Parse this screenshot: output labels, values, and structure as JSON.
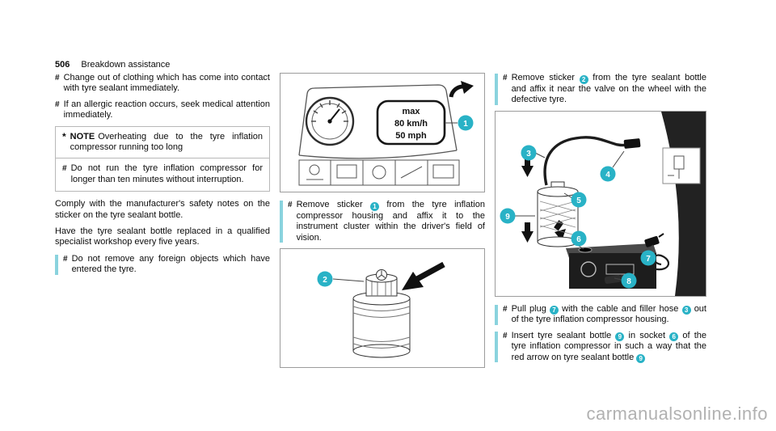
{
  "page": {
    "number": "506",
    "section": "Breakdown assistance"
  },
  "glyphs": {
    "bullet": "#",
    "note_icon": "*"
  },
  "colors": {
    "accent": "#29b2c6",
    "accent_light": "#8ad3de",
    "watermark": "#a9a9a9"
  },
  "watermark": "carmanualsonline.info",
  "col1": {
    "bullet1": "Change out of clothing which has come into contact with tyre sealant immediately.",
    "bullet2": "If an allergic reaction occurs, seek medical attention immediately.",
    "note": {
      "label": "NOTE",
      "title": "Overheating due to the tyre inflation compressor running too long",
      "instruction": "Do not run the tyre inflation compressor for longer than ten minutes without interruption."
    },
    "para1": "Comply with the manufacturer's safety notes on the sticker on the tyre sealant bottle.",
    "para2": "Have the tyre sealant bottle replaced in a qualified specialist workshop every five years.",
    "step1": "Do not remove any foreign objects which have entered the tyre."
  },
  "col2": {
    "step1": {
      "t1": "Remove sticker ",
      "b1": "1",
      "t2": " from the tyre inflation compressor housing and affix it to the instrument cluster within the driver's field of vision."
    }
  },
  "col3": {
    "step1": {
      "t1": "Remove sticker ",
      "b1": "2",
      "t2": " from the tyre sealant bottle and affix it near the valve on the wheel with the defective tyre."
    },
    "step2": {
      "t1": "Pull plug ",
      "b1": "7",
      "t2": " with the cable and filler hose ",
      "b2": "3",
      "t3": " out of the tyre inflation compressor housing."
    },
    "step3": {
      "t1": "Insert tyre sealant bottle ",
      "b1": "9",
      "t2": " in socket ",
      "b2": "6",
      "t3": " of the tyre inflation compressor in such a way that the red arrow on tyre sealant bottle ",
      "b3": "9"
    }
  },
  "il1": {
    "label1": "max",
    "label2": "80 km/h",
    "label3": "50 mph",
    "badge": "1"
  },
  "il2": {
    "badge": "2"
  },
  "il3": {
    "badges": [
      "3",
      "4",
      "5",
      "9",
      "6",
      "7",
      "8"
    ]
  }
}
